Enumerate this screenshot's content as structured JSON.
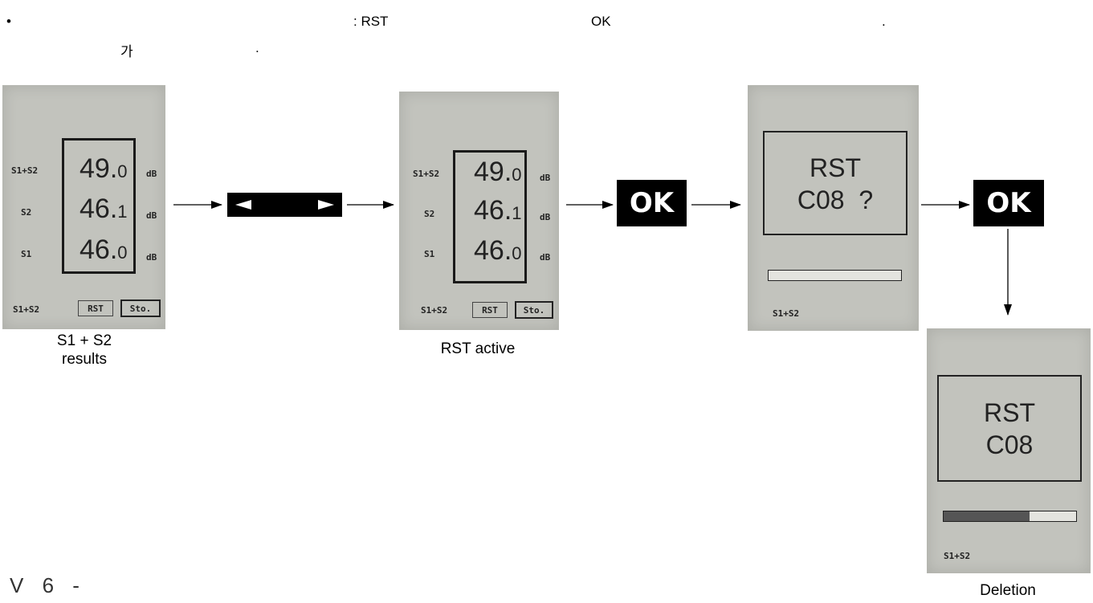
{
  "header": {
    "bullet": "•",
    "line1_a": ": RST",
    "line1_b": "OK",
    "line1_c": ".",
    "line2_a": "가",
    "line2_b": "."
  },
  "screen_results": {
    "rows": [
      {
        "label": "S1+S2",
        "value_int": "49.",
        "value_dec": "0",
        "unit": "dB"
      },
      {
        "label": "S2",
        "value_int": "46.",
        "value_dec": "1",
        "unit": "dB"
      },
      {
        "label": "S1",
        "value_int": "46.",
        "value_dec": "0",
        "unit": "dB"
      }
    ],
    "channel": "S1+S2",
    "rst_label": "RST",
    "sto_label": "Sto.",
    "caption_line1": "S1 + S2",
    "caption_line2": "results"
  },
  "nav_keys": {
    "left_icon": "left-triangle-icon",
    "right_icon": "right-triangle-icon"
  },
  "screen_rst_active": {
    "rows": [
      {
        "label": "S1+S2",
        "value_int": "49.",
        "value_dec": "0",
        "unit": "dB"
      },
      {
        "label": "S2",
        "value_int": "46.",
        "value_dec": "1",
        "unit": "dB"
      },
      {
        "label": "S1",
        "value_int": "46.",
        "value_dec": "0",
        "unit": "dB"
      }
    ],
    "channel": "S1+S2",
    "rst_label": "RST",
    "sto_label": "Sto.",
    "caption": "RST active"
  },
  "ok_button_1": {
    "label": "OK"
  },
  "screen_confirm": {
    "line1": "RST",
    "line2": "C08  ?",
    "channel": "S1+S2"
  },
  "ok_button_2": {
    "label": "OK"
  },
  "screen_deletion": {
    "line1": "RST",
    "line2": "C08",
    "channel": "S1+S2",
    "progress_fraction": 0.65,
    "caption": "Deletion"
  },
  "footer": {
    "page_ref": "V 6 -"
  },
  "colors": {
    "lcd": "#c2c3bd",
    "key": "#000000",
    "key_text": "#ffffff"
  }
}
